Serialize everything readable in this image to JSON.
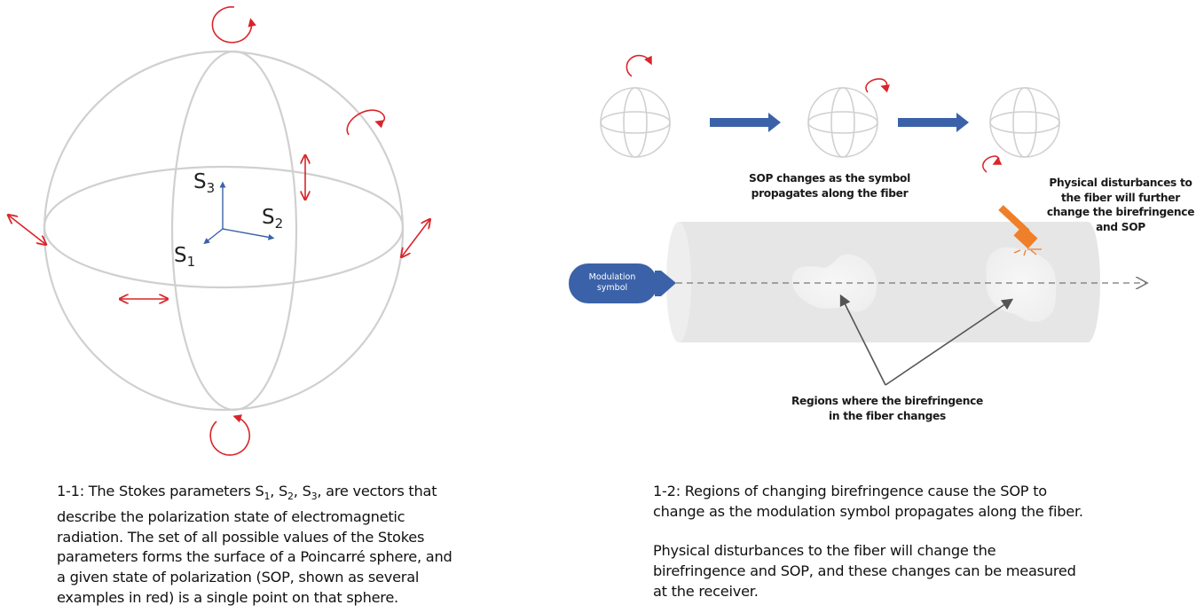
{
  "sphere_axes": {
    "s1": {
      "base": "S",
      "sub": "1"
    },
    "s2": {
      "base": "S",
      "sub": "2"
    },
    "s3": {
      "base": "S",
      "sub": "3"
    }
  },
  "fiber": {
    "modulation_label_line1": "Modulation",
    "modulation_label_line2": "symbol",
    "sop_label_line1": "SOP changes as the symbol",
    "sop_label_line2": "propagates along the fiber",
    "disturb_line1": "Physical disturbances to",
    "disturb_line2": "the fiber will further",
    "disturb_line3": "change the birefringence",
    "disturb_line4": "and SOP",
    "regions_line1": "Regions where the birefringence",
    "regions_line2": "in the fiber changes"
  },
  "caption_left": {
    "line1_a": "1-1: The Stokes parameters S",
    "line1_sub1": "1",
    "line1_b": ", S",
    "line1_sub2": "2",
    "line1_c": ", S",
    "line1_sub3": "3",
    "line1_d": ", are vectors that",
    "line2": "describe the polarization state of electromagnetic",
    "line3": "radiation.  The set of all possible values of the Stokes",
    "line4": "parameters forms the surface of a Poincarré sphere, and",
    "line5": "a given state of polarization (SOP, shown as several",
    "line6": "examples in red) is a single point on that sphere."
  },
  "caption_right": {
    "line1": "1-2: Regions of changing birefringence cause the SOP to",
    "line2": "change as the modulation symbol propagates along the fiber.",
    "line3": "Physical disturbances to the fiber will change the",
    "line4": "birefringence and SOP, and these changes can be measured",
    "line5": "at the receiver."
  },
  "colors": {
    "sphere_line": "#d0d0d0",
    "sop_red": "#d9252a",
    "axis_blue": "#3b62a8",
    "fiber_gray": "#e6e6e6",
    "hammer_orange": "#f07f2a"
  }
}
